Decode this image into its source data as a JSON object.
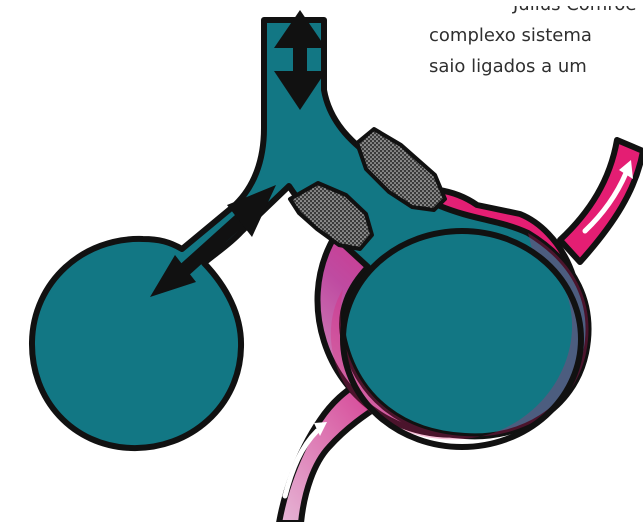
{
  "text": {
    "line1": "Julius Comroe",
    "line2": "complexo sistema",
    "line3": "saio ligados a um"
  },
  "colors": {
    "airway": "#127784",
    "vessel_dark": "#e41e73",
    "vessel_light": "#d9a3c6",
    "outline": "#111111",
    "arrow": "#111111",
    "text": "#2f2f2f"
  }
}
